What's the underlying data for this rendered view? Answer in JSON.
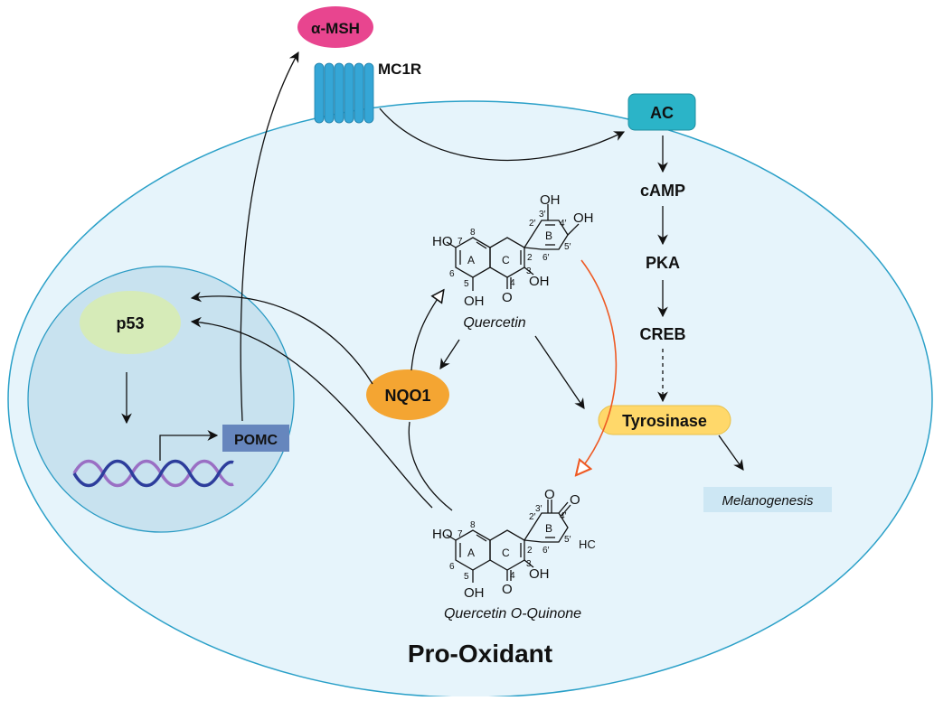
{
  "labels": {
    "alpha_msh": "α-MSH",
    "mc1r": "MC1R",
    "ac": "AC",
    "camp": "cAMP",
    "pka": "PKA",
    "creb": "CREB",
    "tyrosinase": "Tyrosinase",
    "melanogenesis": "Melanogenesis",
    "p53": "p53",
    "pomc": "POMC",
    "nqo1": "NQO1",
    "quercetin": "Quercetin",
    "quinone": "Quercetin O-Quinone",
    "pro_oxidant": "Pro-Oxidant"
  },
  "quercetin": {
    "oh_top": "OH",
    "oh_right": "OH",
    "ho_left": "HO",
    "oh_bottom": "OH",
    "oh_3": "OH",
    "o_carbonyl": "O",
    "ring_a": "A",
    "ring_b": "B",
    "ring_c": "C",
    "n7": "7",
    "n8": "8",
    "n6": "6",
    "n5": "5",
    "n4": "4",
    "n3": "3",
    "n2": "2",
    "n2p": "2′",
    "n3p": "3′",
    "n4p": "4′",
    "n5p": "5′",
    "n6p": "6′"
  },
  "quinone": {
    "o_top1": "O",
    "o_top2": "O",
    "hc": "HC",
    "ho_left": "HO",
    "oh_bottom": "OH",
    "oh_3": "OH",
    "o_carbonyl": "O",
    "ring_a": "A",
    "ring_b": "B",
    "ring_c": "C",
    "n7": "7",
    "n8": "8",
    "n6": "6",
    "n5": "5",
    "n4": "4",
    "n3": "3",
    "n2": "2",
    "n2p": "2′",
    "n3p": "3′",
    "n4p": "4′",
    "n5p": "5′",
    "n6p": "6′"
  },
  "colors": {
    "cell_fill": "#e6f4fb",
    "cell_stroke": "#2aa0c8",
    "nucleus_fill": "#c8e2ef",
    "alpha_msh": "#e8458f",
    "mc1r": "#35a6d6",
    "ac": "#2bb4c8",
    "p53": "#d6ebb8",
    "pomc": "#6686bd",
    "nqo1": "#f4a532",
    "tyrosinase": "#ffd86a",
    "melanogenesis": "#cde7f4",
    "red_arrow": "#ee5a24",
    "dna_purple": "#9a6fc4",
    "dna_blue": "#2d3d9c"
  }
}
